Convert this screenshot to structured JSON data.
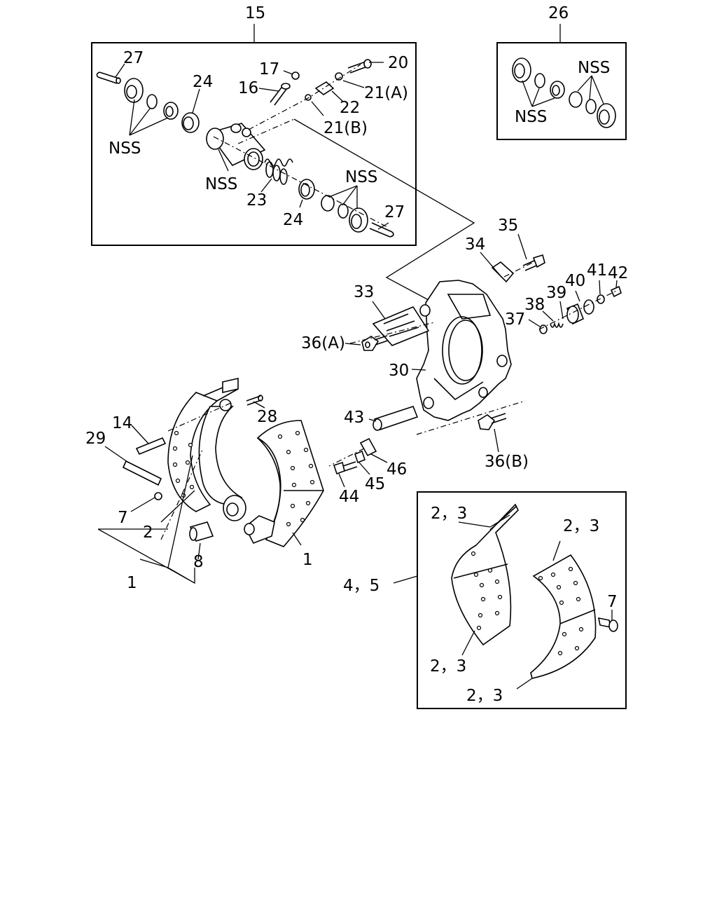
{
  "labels": {
    "l15": "15",
    "l26": "26",
    "l27a": "27",
    "l24a": "24",
    "l17": "17",
    "l16": "16",
    "l20": "20",
    "l21a": "21(A)",
    "l22": "22",
    "l21b": "21(B)",
    "nss1": "NSS",
    "nss2": "NSS",
    "l23": "23",
    "l24b": "24",
    "nss3": "NSS",
    "l27b": "27",
    "nss4": "NSS",
    "nss5": "NSS",
    "l35": "35",
    "l34": "34",
    "l41": "41",
    "l42": "42",
    "l40": "40",
    "l39": "39",
    "l38": "38",
    "l37": "37",
    "l33": "33",
    "l36a": "36(A)",
    "l30": "30",
    "l28": "28",
    "l14": "14",
    "l29": "29",
    "l43": "43",
    "l46": "46",
    "l45": "45",
    "l44": "44",
    "l36b": "36(B)",
    "l7a": "7",
    "l2": "2",
    "l8": "8",
    "l1a": "1",
    "l1b": "1",
    "l23a": "2，3",
    "l23b": "2，3",
    "l45b": "4，5",
    "l7b": "7",
    "l23c": "2，3",
    "l23d": "2，3"
  },
  "icons": [
    "drum-brake-exploded-diagram"
  ]
}
